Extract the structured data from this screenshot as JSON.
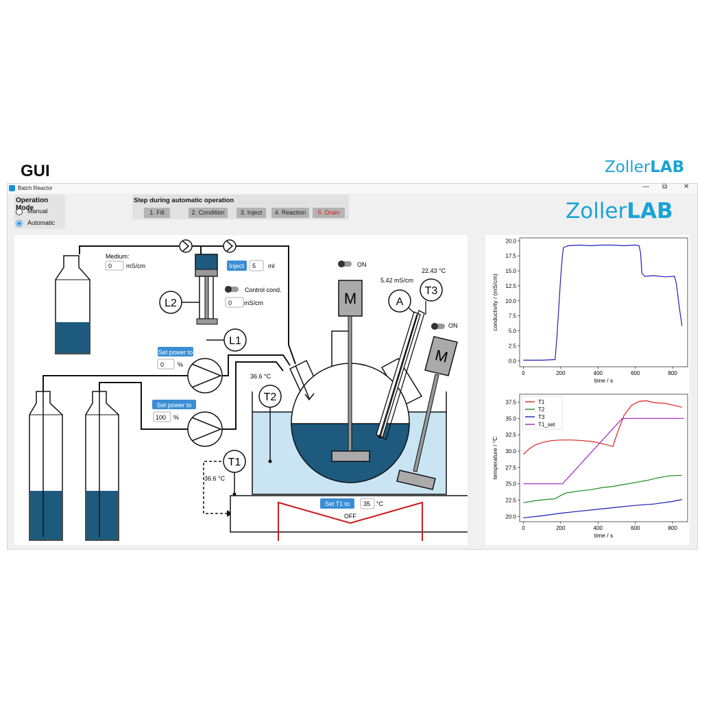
{
  "heading": "GUI",
  "logo": {
    "part1": "Zoller",
    "part2": "LAB"
  },
  "window": {
    "title": "Batch Reactor",
    "minimize": "—",
    "maximize": "⧉",
    "close": "✕"
  },
  "operation_mode": {
    "title": "Operation Mode",
    "options": [
      "Manual",
      "Automatic"
    ],
    "selected": "Automatic"
  },
  "steps": {
    "title": "Step during automatic operation",
    "items": [
      "1. Fill",
      "2. Condition",
      "3. Inject",
      "4. Reaction",
      "5. Drain"
    ],
    "active_index": 4
  },
  "schematic": {
    "medium_label": "Medium:",
    "medium_value": "0",
    "medium_unit": "mS/cm",
    "inject_button": "Inject",
    "inject_value": "5",
    "inject_unit": "ml",
    "control_cond_label": "Control cond.",
    "control_cond_value": "0",
    "control_cond_unit": "mS/cm",
    "set_power_label": "Set power to",
    "pump1_value": "0",
    "pump2_value": "100",
    "percent": "%",
    "stirrer_on": "ON",
    "motor_label": "M",
    "motor2_on": "ON",
    "conductivity_readout": "5.42 mS/cm",
    "t3_readout": "22.43 °C",
    "t2_readout": "36.6 °C",
    "t1_readout": "36.6 °C",
    "set_t1_button": "Set T1 to",
    "set_t1_value": "35",
    "set_t1_unit": "°C",
    "heater_state": "OFF",
    "sensor_labels": {
      "L1": "L1",
      "L2": "L2",
      "A": "A",
      "T1": "T1",
      "T2": "T2",
      "T3": "T3"
    },
    "colors": {
      "liquid": "#1d5a7e",
      "bath": "#c9e5f4",
      "button": "#3b8ed4",
      "heater": "#cc1a1a"
    }
  },
  "chart_data": [
    {
      "type": "line",
      "xlabel": "time / s",
      "ylabel": "conductivity / (mS/cm)",
      "xlim": [
        -20,
        880
      ],
      "ylim": [
        -1,
        20.5
      ],
      "xticks": [
        0,
        200,
        400,
        600,
        800
      ],
      "yticks": [
        0.0,
        2.5,
        5.0,
        7.5,
        10.0,
        12.5,
        15.0,
        17.5,
        20.0
      ],
      "series": [
        {
          "color": "#1f1fb4",
          "x": [
            0,
            100,
            170,
            180,
            200,
            210,
            215,
            240,
            300,
            360,
            420,
            480,
            540,
            600,
            620,
            628,
            635,
            650,
            700,
            760,
            810,
            820,
            835,
            850
          ],
          "y": [
            0.1,
            0.1,
            0.2,
            4,
            14,
            17.8,
            18.9,
            19.2,
            19.3,
            19.2,
            19.3,
            19.3,
            19.2,
            19.3,
            19.2,
            18,
            14.6,
            14.1,
            14.2,
            14.0,
            14.1,
            12.8,
            9,
            5.8
          ]
        }
      ]
    },
    {
      "type": "line",
      "xlabel": "time / s",
      "ylabel": "temperature / °C",
      "xlim": [
        -20,
        880
      ],
      "ylim": [
        19.2,
        38.7
      ],
      "xticks": [
        0,
        200,
        400,
        600,
        800
      ],
      "yticks": [
        20.0,
        22.5,
        25.0,
        27.5,
        30.0,
        32.5,
        35.0,
        37.5
      ],
      "legend": "top-left",
      "series": [
        {
          "name": "T1",
          "color": "#e02020",
          "x": [
            0,
            30,
            60,
            100,
            150,
            200,
            260,
            320,
            380,
            440,
            470,
            480,
            500,
            540,
            580,
            620,
            660,
            700,
            760,
            820,
            850
          ],
          "y": [
            29.5,
            30.3,
            30.9,
            31.3,
            31.6,
            31.7,
            31.7,
            31.6,
            31.4,
            31.0,
            30.8,
            30.7,
            32.5,
            35.5,
            37.0,
            37.6,
            37.7,
            37.4,
            37.3,
            36.9,
            36.7
          ]
        },
        {
          "name": "T2",
          "color": "#1a8a1a",
          "x": [
            0,
            60,
            120,
            170,
            200,
            230,
            300,
            360,
            420,
            480,
            540,
            600,
            660,
            720,
            780,
            850
          ],
          "y": [
            22.1,
            22.4,
            22.6,
            22.7,
            23.2,
            23.6,
            23.9,
            24.1,
            24.4,
            24.6,
            24.9,
            25.2,
            25.5,
            25.9,
            26.2,
            26.3
          ]
        },
        {
          "name": "T3",
          "color": "#1a1ab4",
          "x": [
            0,
            100,
            200,
            300,
            400,
            500,
            600,
            700,
            800,
            850
          ],
          "y": [
            19.8,
            20.1,
            20.5,
            20.8,
            21.1,
            21.4,
            21.7,
            21.9,
            22.3,
            22.6
          ]
        },
        {
          "name": "T1_set",
          "color": "#a020c0",
          "x": [
            0,
            100,
            210,
            530,
            860
          ],
          "y": [
            25.0,
            25.0,
            25.0,
            35.0,
            35.0
          ]
        }
      ]
    }
  ]
}
